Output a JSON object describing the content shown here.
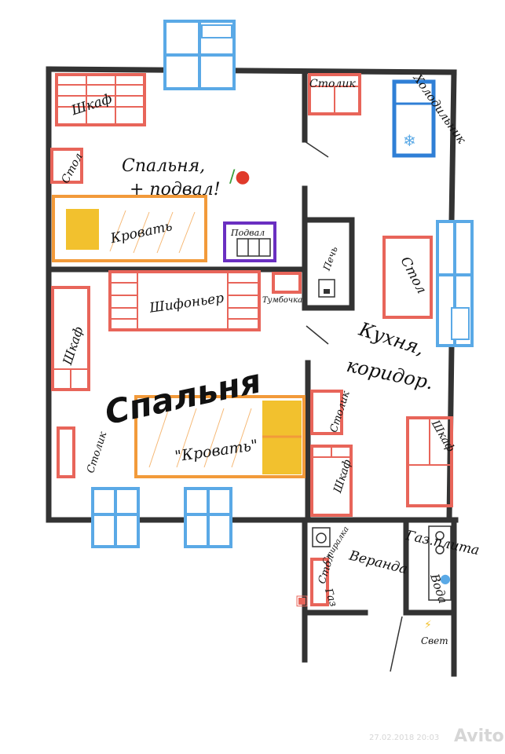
{
  "rooms": {
    "bedroom1": "Спальня,",
    "bedroom1_b": "+ подвал!",
    "bedroom2": "Спальня",
    "kitchen": "Кухня,",
    "kitchen_b": "коридор.",
    "veranda": "Веранда"
  },
  "furniture": {
    "wardrobe1": "Шкаф",
    "table_small1": "Столик",
    "fridge": "Холодильник",
    "table1": "Стол",
    "bed1": "Кровать",
    "cellar": "Подвал",
    "stove": "Печь",
    "kitchen_table": "Стол",
    "chiffonier": "Шифоньер",
    "nightstand": "Тумбочка",
    "wardrobe2": "Шкаф",
    "bed2": "\"Кровать\"",
    "table_small2": "Столик",
    "table_small3": "Столик",
    "wardrobe3": "Шкаф",
    "wardrobe4": "Шкаф",
    "washing_machine": "Стиралка",
    "table_veranda": "Стол",
    "gas": "Газ",
    "gas_stove": "Газ.плита",
    "water": "Вода",
    "light": "Свет"
  },
  "watermark": {
    "date": "27.02.2018 20:03",
    "brand": "Avito"
  },
  "colors": {
    "wall": "#333333",
    "furniture": "#e8655a",
    "window": "#5aa9e6",
    "bed": "#f29a3a",
    "fridge": "#2f7fd6",
    "cellar": "#6a2fc1",
    "accent": "#f2c12e"
  },
  "icons": {
    "veggies": "cucumber-tomato-icon",
    "snowflake": "snowflake-icon",
    "lightning": "lightning-icon",
    "gas_cylinder": "gas-cylinder-icon",
    "faucet": "faucet-icon"
  }
}
